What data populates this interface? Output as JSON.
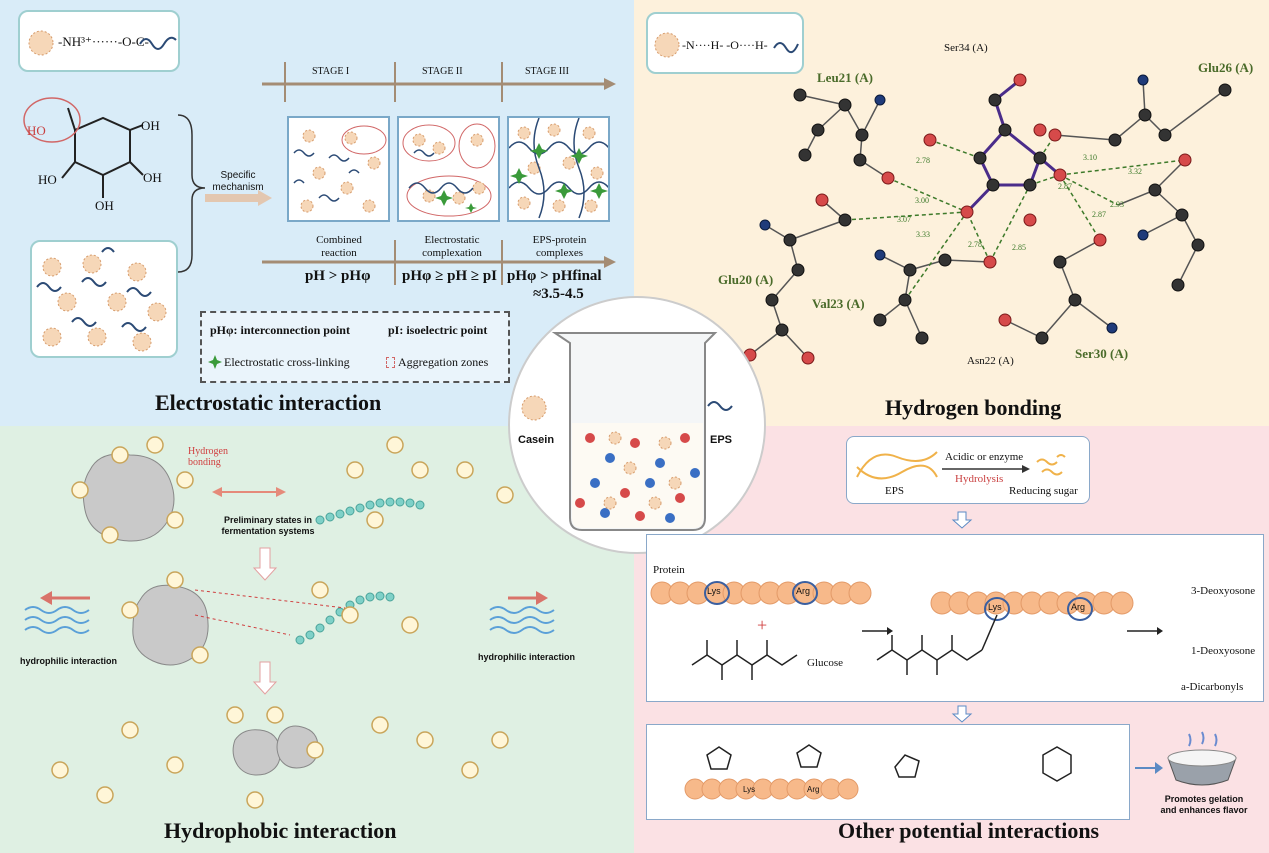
{
  "electrostatic": {
    "title": "Electrostatic interaction",
    "bond_box": "-NH³⁺······-O-C-",
    "sugar_labels": [
      "HO",
      "OH",
      "HO",
      "OH",
      "OH"
    ],
    "mechanism_label": "Specific mechanism",
    "stages": [
      "STAGE I",
      "STAGE II",
      "STAGE III"
    ],
    "stage_captions": [
      "Combined reaction",
      "Electrostatic complexation",
      "EPS-protein complexes"
    ],
    "ph_conditions": [
      "pH > pHφ",
      "pHφ ≥ pH ≥ pI",
      "pHφ  >  pHfinal"
    ],
    "ph_final_range": "≈3.5-4.5",
    "legend": {
      "l1a": "pHφ: interconnection point",
      "l1b": "pI: isoelectric point",
      "l2a": "Electrostatic cross-linking",
      "l2b": "Aggregation zones"
    }
  },
  "hydrogen": {
    "title": "Hydrogen bonding",
    "bond_box": "-N····H-   -O····H-",
    "residues": [
      "Ser34 (A)",
      "Leu21 (A)",
      "Glu26 (A)",
      "Glu20 (A)",
      "Val23 (A)",
      "Ser30 (A)",
      "Asn22 (A)"
    ],
    "distances": [
      "2.78",
      "3.00",
      "3.07",
      "3.33",
      "2.78",
      "2.85",
      "3.10",
      "2.87",
      "3.32",
      "2.93",
      "2.87"
    ]
  },
  "center": {
    "casein_label": "Casein",
    "eps_label": "EPS"
  },
  "hydrophobic": {
    "title": "Hydrophobic interaction",
    "hydrogen_bonding_label": "Hydrogen bonding",
    "preliminary_label": "Preliminary states in fermentation systems",
    "hydrophilic_left": "hydrophilic interaction",
    "hydrophilic_right": "hydrophilic interaction"
  },
  "other": {
    "title": "Other potential interactions",
    "top_box": {
      "eps": "EPS",
      "condition": "Acidic or enzyme",
      "process": "Hydrolysis",
      "product": "Reducing sugar"
    },
    "protein_label": "Protein",
    "lys": "Lys",
    "arg": "Arg",
    "glucose": "Glucose",
    "products": [
      "3-Deoxyosone",
      "1-Deoxyosone",
      "a-Dicarbonyls"
    ],
    "promotes": "Promotes gelation and enhances flavor"
  },
  "colors": {
    "tl_bg": "#d9ecf8",
    "tr_bg": "#fdf1dc",
    "bl_bg": "#dff0e3",
    "br_bg": "#fbe1e4",
    "arrow": "#a48c74"
  }
}
